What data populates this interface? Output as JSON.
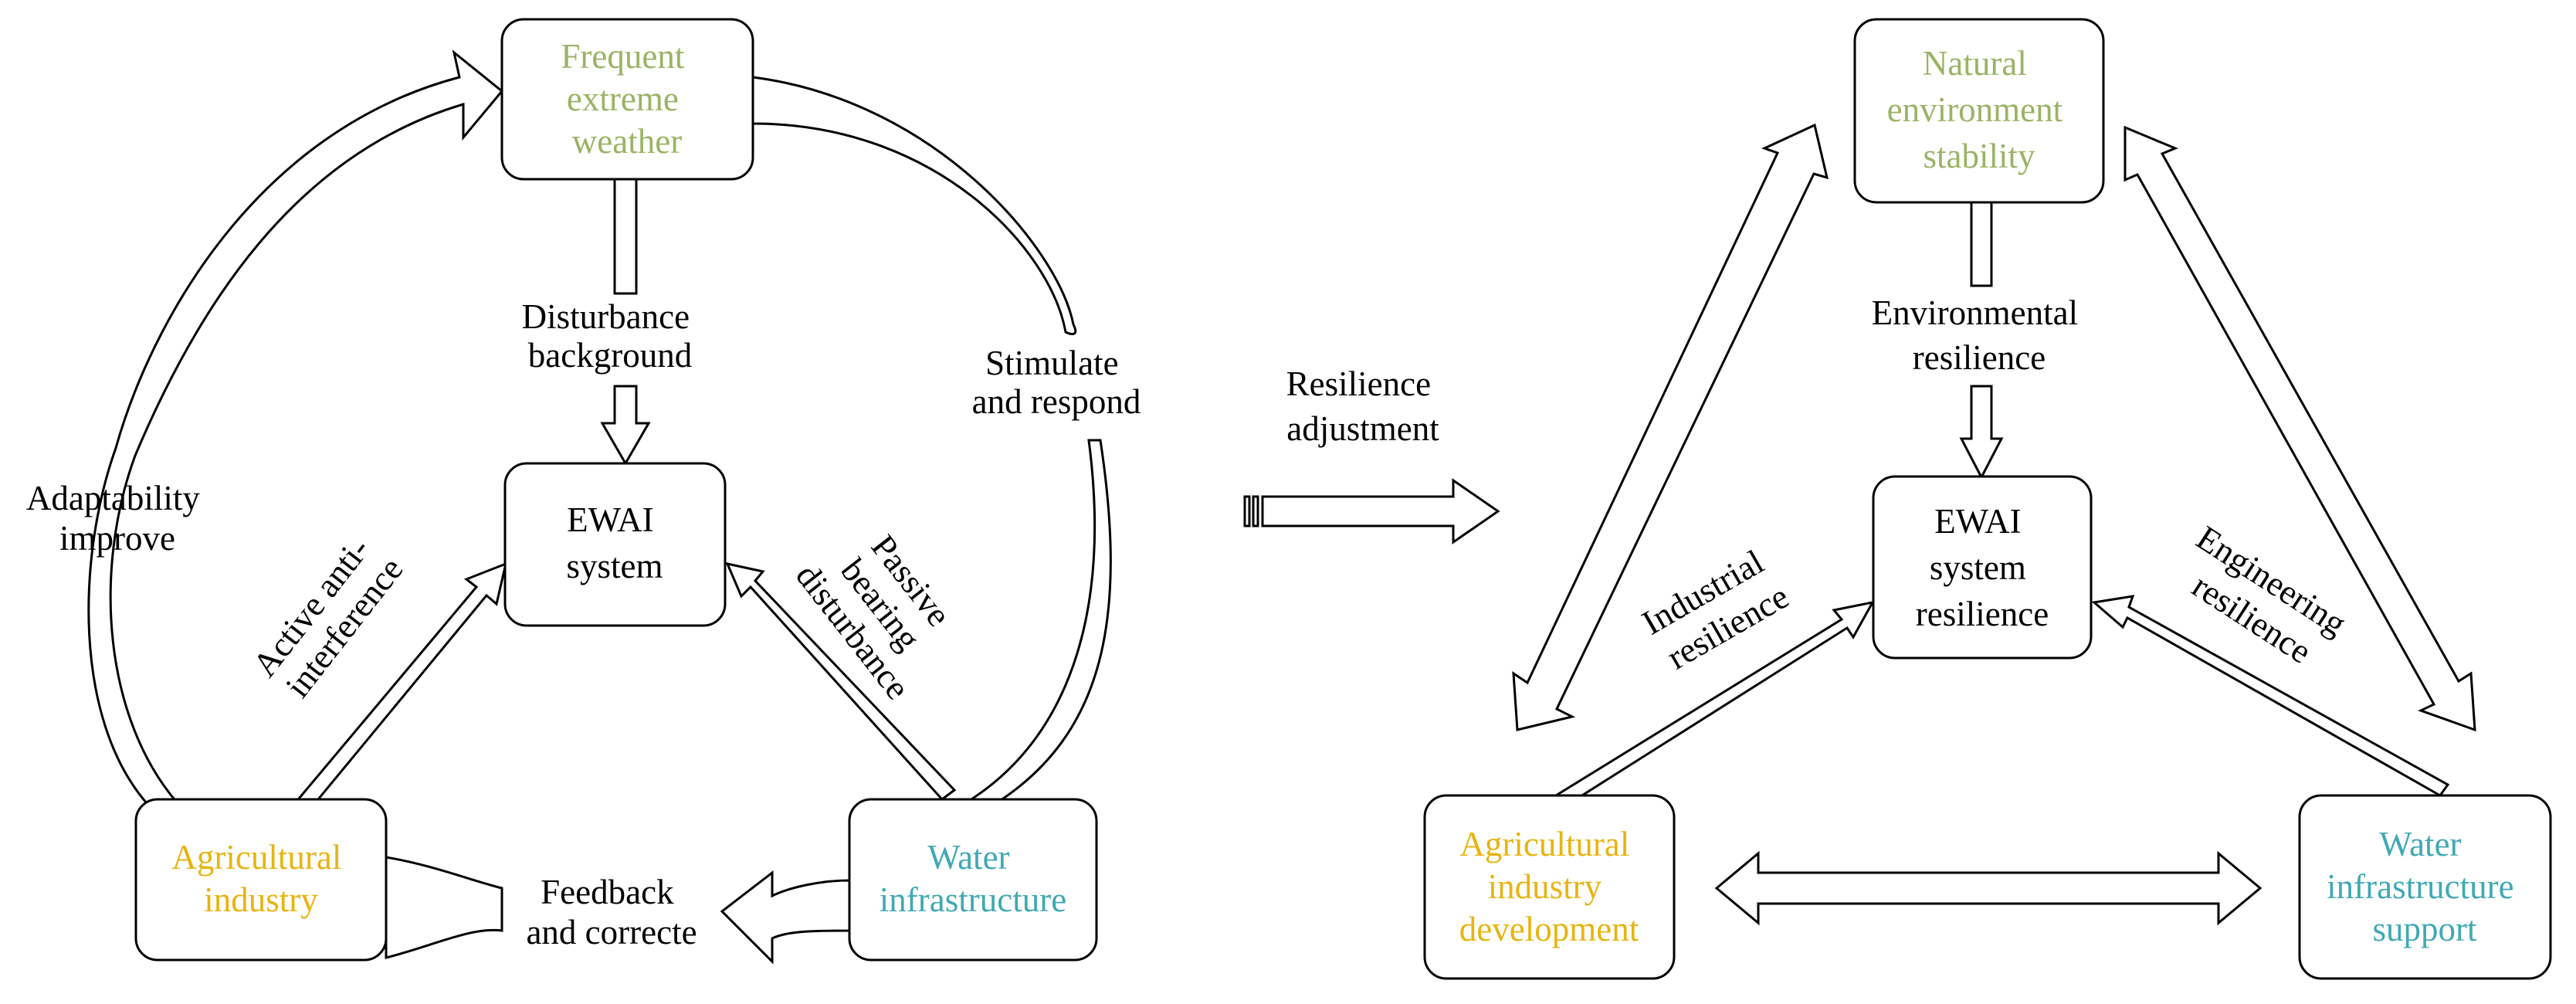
{
  "colors": {
    "green": "#9BB364",
    "yellow": "#E8B410",
    "teal": "#40A9B4",
    "black": "#000000"
  },
  "left": {
    "boxes": {
      "weather": [
        "Frequent",
        "extreme",
        "weather"
      ],
      "ewai": [
        "EWAI",
        "system"
      ],
      "agri": [
        "Agricultural",
        "industry"
      ],
      "water": [
        "Water",
        "infrastructure"
      ]
    },
    "labels": {
      "disturbance": [
        "Disturbance",
        "background"
      ],
      "stimulate": [
        "Stimulate",
        "and respond"
      ],
      "adaptability": [
        "Adaptability",
        "improve"
      ],
      "active": [
        "Active anti-",
        "interference"
      ],
      "passive": [
        "Passive",
        "bearing",
        "disturbance"
      ],
      "feedback": [
        "Feedback",
        "and correcte"
      ]
    }
  },
  "middle": {
    "label": [
      "Resilience",
      "adjustment"
    ]
  },
  "right": {
    "boxes": {
      "natural": [
        "Natural",
        "environment",
        "stability"
      ],
      "ewai": [
        "EWAI",
        "system",
        "resilience"
      ],
      "agri": [
        "Agricultural",
        "industry",
        "development"
      ],
      "water": [
        "Water",
        "infrastructure",
        "support"
      ]
    },
    "labels": {
      "environmental": [
        "Environmental",
        "resilience"
      ],
      "industrial": [
        "Industrial",
        "resilience"
      ],
      "engineering": [
        "Engineering",
        "resilience"
      ]
    }
  }
}
